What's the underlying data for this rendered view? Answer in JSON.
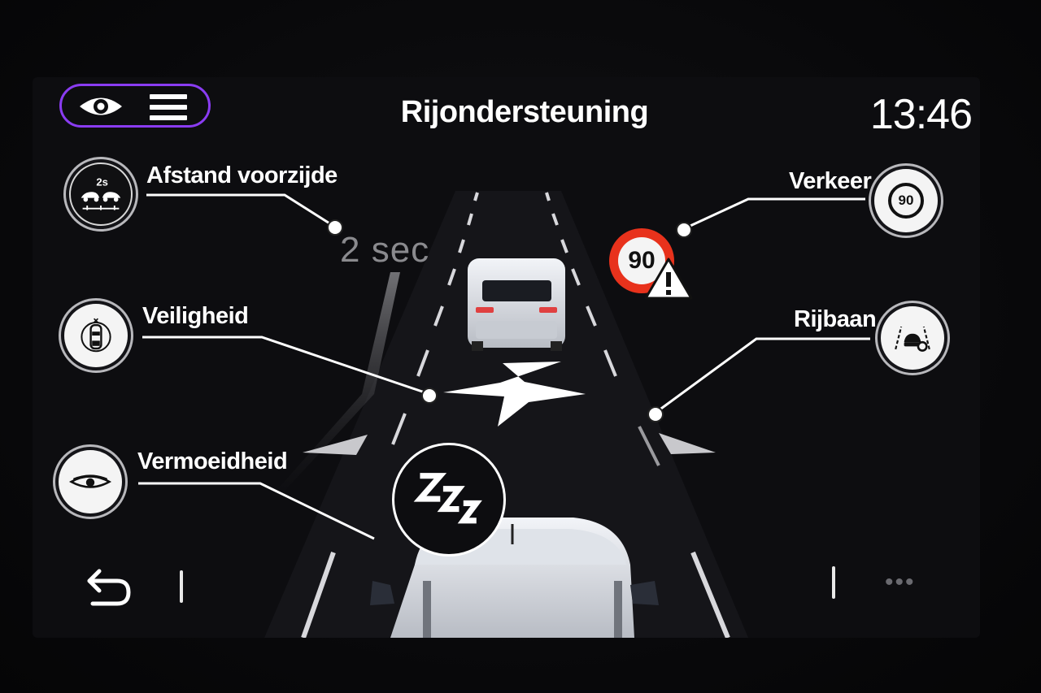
{
  "header": {
    "title": "Rijondersteuning",
    "clock": "13:46"
  },
  "top_menu": {
    "view_icon": "eye-icon",
    "menu_icon": "hamburger-menu-icon",
    "accent": "#8a3cf2"
  },
  "features": {
    "distance": {
      "label": "Afstand voorzijde",
      "icon": "following-distance-icon",
      "value": "2 sec",
      "badge": "2s"
    },
    "safety": {
      "label": "Veiligheid",
      "icon": "driver-safety-icon"
    },
    "fatigue": {
      "label": "Vermoeidheid",
      "icon": "drowsiness-eye-icon"
    },
    "traffic": {
      "label": "Verkeer",
      "icon": "speed-sign-icon",
      "sign_value": "90"
    },
    "lane": {
      "label": "Rijbaan",
      "icon": "lane-assist-icon"
    }
  },
  "scene": {
    "speed_sign_value": "90",
    "warning_icon": "warning-triangle-icon",
    "fatigue_indicator": "Zzz",
    "speed_sign_color": "#e8321c"
  },
  "footer": {
    "back_icon": "back-arrow-icon",
    "more_icon": "more-dots-icon",
    "more_label": "•••"
  }
}
